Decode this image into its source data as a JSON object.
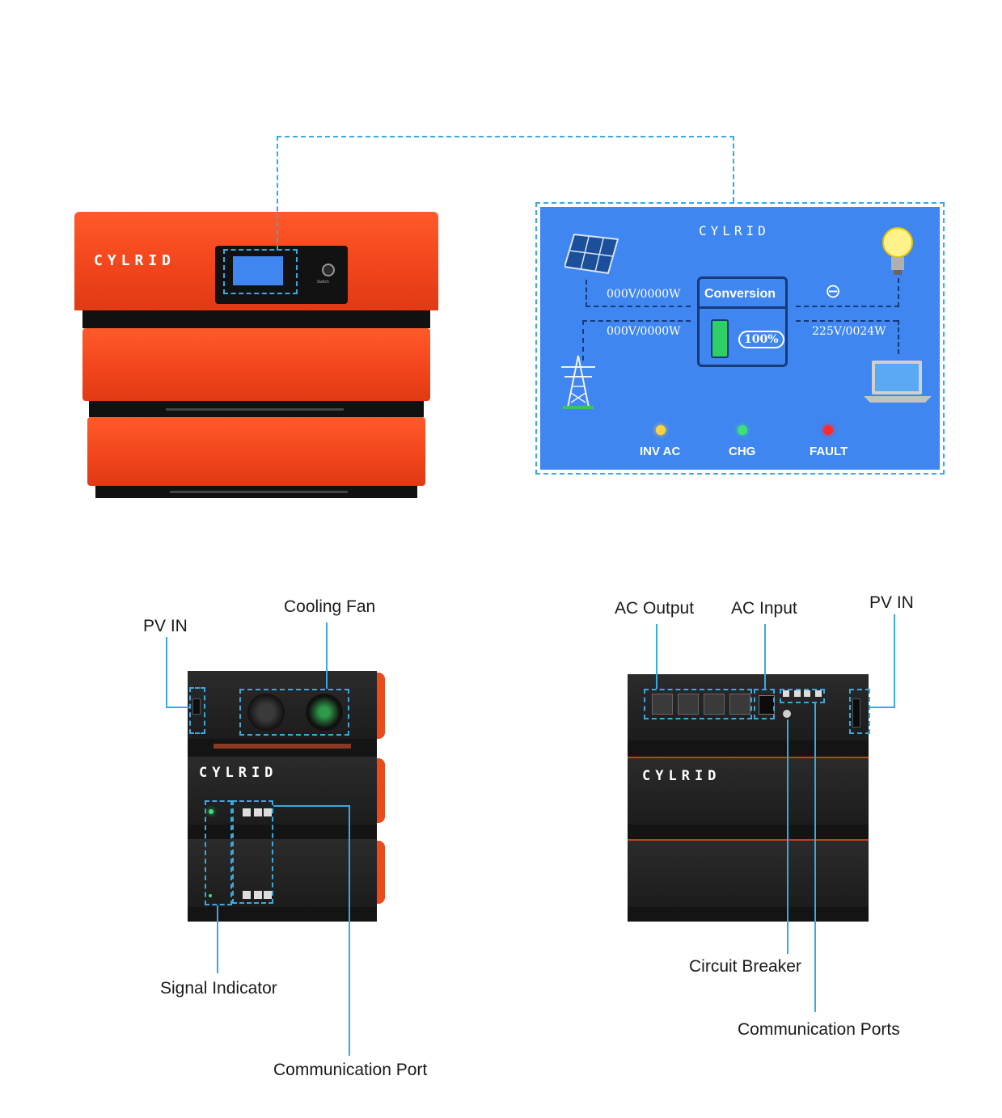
{
  "brand": {
    "logo_text": "CYLRID"
  },
  "front": {
    "switch_label": "Switch"
  },
  "display": {
    "logo_text": "CYLRID",
    "pv_reading": "000V/0000W",
    "grid_reading": "000V/0000W",
    "mode_label": "Conversion",
    "battery_percent": "100%",
    "output_reading": "225V/0024W",
    "minus_symbol": "⊖",
    "indicators": [
      {
        "label": "INV AC",
        "color": "#ffd23a"
      },
      {
        "label": "CHG",
        "color": "#3ee07a"
      },
      {
        "label": "FAULT",
        "color": "#ff2a2a"
      }
    ]
  },
  "rear_left": {
    "labels": {
      "pv_in": "PV IN",
      "cooling_fan": "Cooling Fan",
      "signal_indicator": "Signal Indicator",
      "communication_port": "Communication Port"
    }
  },
  "rear_right": {
    "labels": {
      "ac_output": "AC Output",
      "ac_input": "AC Input",
      "pv_in": "PV IN",
      "circuit_breaker": "Circuit Breaker",
      "communication_ports": "Communication Ports"
    }
  },
  "colors": {
    "accent": "#39a9e0",
    "unit_orange": "#f2451c",
    "panel_blue": "#3f86f0"
  }
}
